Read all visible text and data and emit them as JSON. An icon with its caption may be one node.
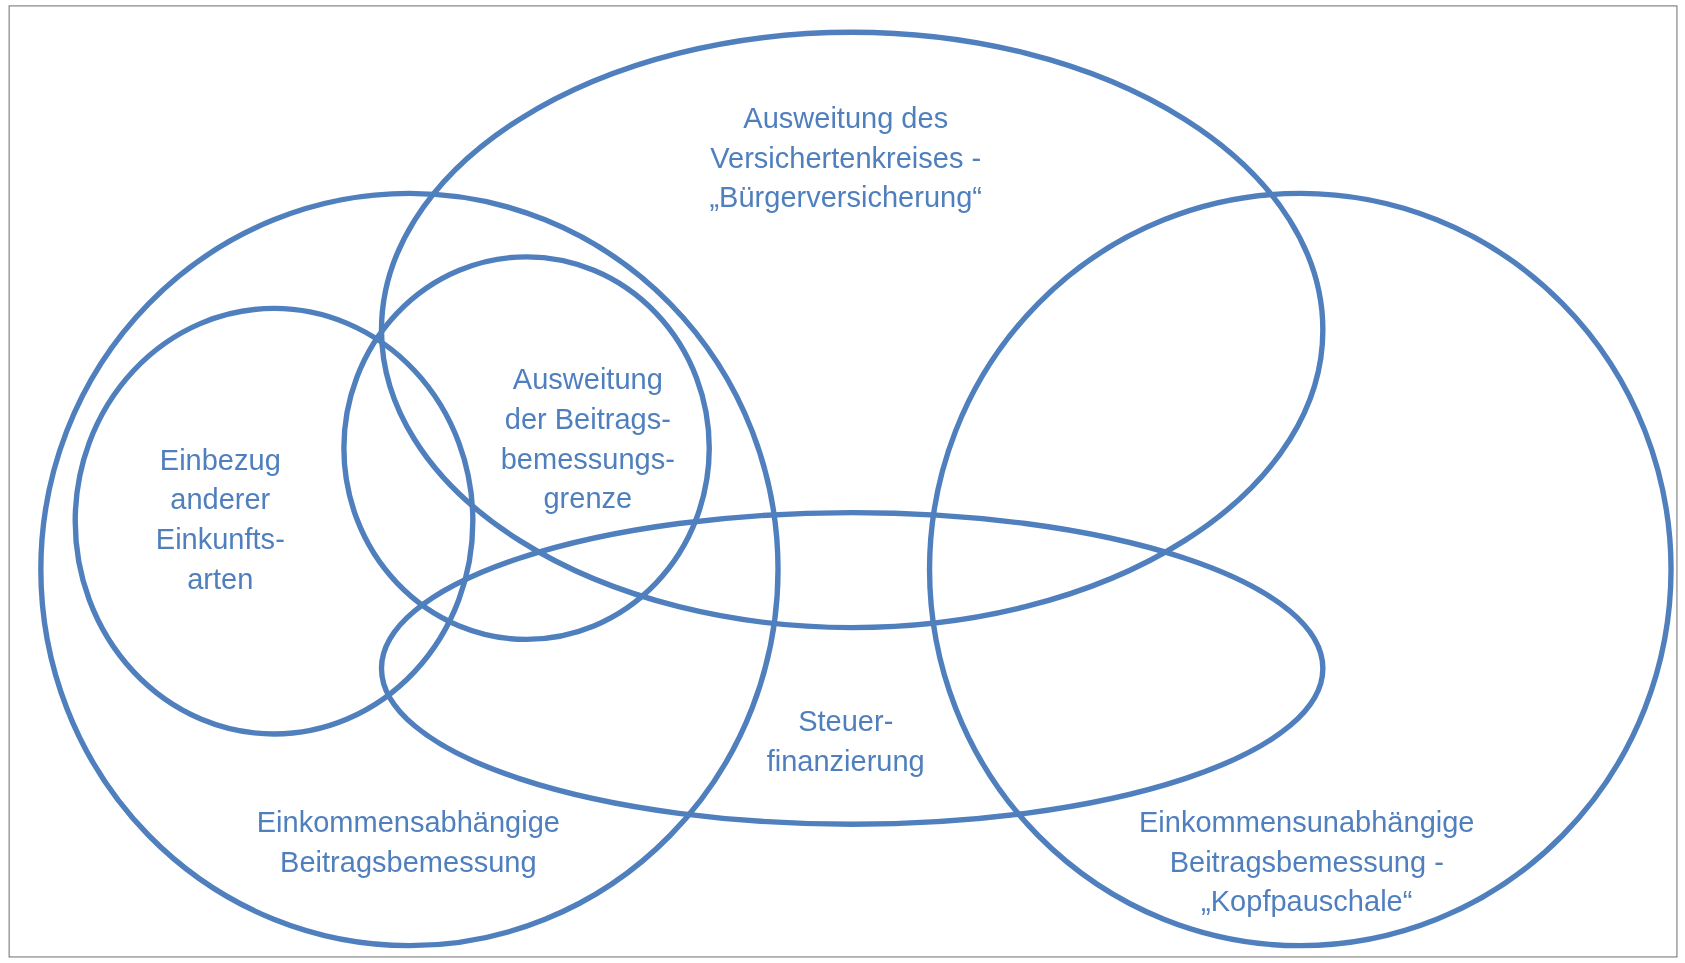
{
  "diagram": {
    "nodes": [
      {
        "text": [
          "Ausweitung des Versichertenkreises - „Bürgerversicherung“"
        ]
      },
      {
        "text": [
          "Einkommensabhängige Beitragsbemessung"
        ]
      },
      {
        "text": [
          "Einbezug anderer Einkunfts-arten"
        ],
        "in": 1
      },
      {
        "text": [
          "Ausweitung der Beitrags-bemessungs-grenze"
        ],
        "in": 1
      },
      {
        "text": [
          "Steuer-finanzierung"
        ]
      },
      {
        "text": [
          "Einkommensunabhängige Beitragsbemessung - „Kopfpauschale“"
        ]
      }
    ],
    "edges": []
  }
}
